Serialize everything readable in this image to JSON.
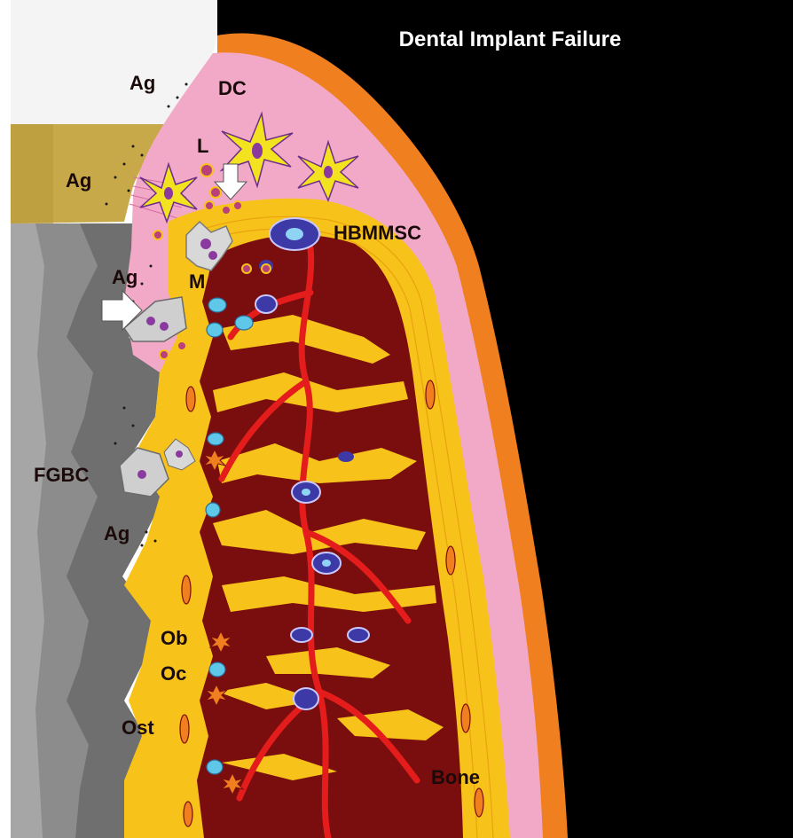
{
  "title": "Dental Implant Failure",
  "labels": {
    "ag_crown": "Ag",
    "ag_abutment": "Ag",
    "ag_implant_top": "Ag",
    "ag_thread": "Ag",
    "dc": "DC",
    "l": "L",
    "m": "M",
    "hbmmsc": "HBMMSC",
    "fgbc": "FGBC",
    "ob": "Ob",
    "oc": "Oc",
    "ost": "Ost",
    "bone": "Bone"
  },
  "colors": {
    "background": "#000000",
    "crown": "#f4f4f4",
    "abutment": "#c8a94a",
    "implant": "#6f6f6f",
    "implant_light": "#9a9a9a",
    "periosteum": "#f07f1f",
    "soft_tissue": "#f2a9c8",
    "cortical_bone": "#f7c21a",
    "marrow": "#7a0e0e",
    "vessels": "#e51c1c",
    "cells_yellow": "#f3e21f",
    "msc": "#3d3aa8",
    "macrophage": "#d8d8d8"
  }
}
